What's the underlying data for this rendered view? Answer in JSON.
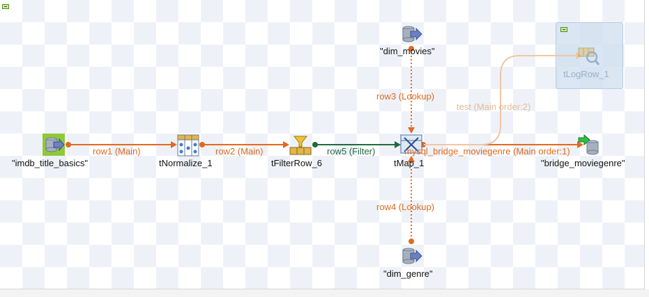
{
  "components": {
    "imdb": {
      "name": "\"imdb_title_basics\"",
      "icon": "db-input-icon"
    },
    "normalize": {
      "name": "tNormalize_1",
      "icon": "normalize-icon"
    },
    "filter": {
      "name": "tFilterRow_6",
      "icon": "filter-row-icon"
    },
    "tmap": {
      "name": "tMap_1",
      "icon": "tmap-icon"
    },
    "bridge": {
      "name": "\"bridge_moviegenre\"",
      "icon": "db-output-icon"
    },
    "movies": {
      "name": "\"dim_movies\"",
      "icon": "db-input-icon"
    },
    "genre": {
      "name": "\"dim_genre\"",
      "icon": "db-input-icon"
    },
    "logrow": {
      "name": "tLogRow_1",
      "icon": "log-row-icon"
    }
  },
  "connections": {
    "row1": "row1 (Main)",
    "row2": "row2 (Main)",
    "row5": "row5 (Filter)",
    "bridge": "mysql_bridge_moviegenre (Main order:1)",
    "test": "test (Main order:2)",
    "row3": "row3 (Lookup)",
    "row4": "row4 (Lookup)"
  },
  "colors": {
    "main_link": "#e2691d",
    "filter_link": "#1f6b3c",
    "db_blue": "#6a80c0",
    "db_gray": "#8b98a8",
    "component_selected_bg": "#8fc93a"
  }
}
